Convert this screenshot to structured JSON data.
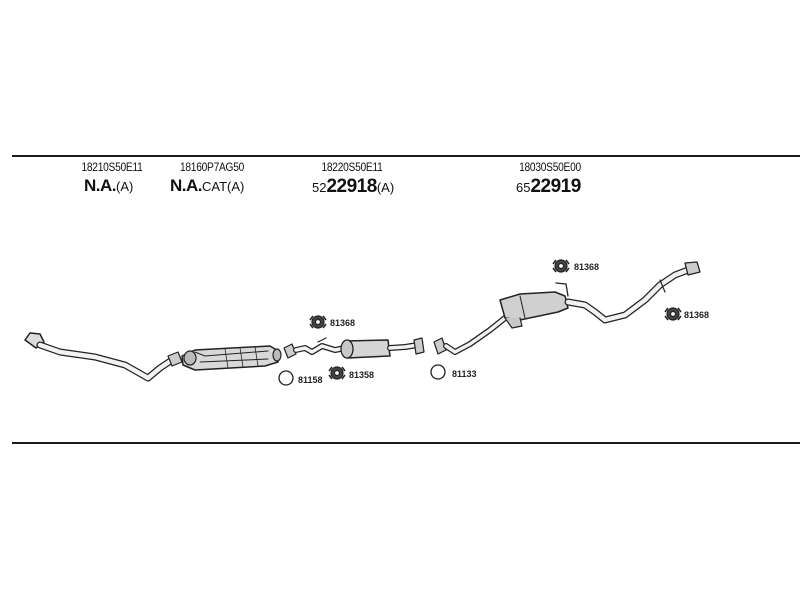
{
  "parts": [
    {
      "part_number": "18210S50E11",
      "code_bold": "N.A.",
      "code_suffix": "(A)"
    },
    {
      "part_number": "18160P7AG50",
      "code_bold": "N.A.",
      "code_suffix": "CAT(A)"
    },
    {
      "part_number": "18220S50E11",
      "code_prefix": "52",
      "code_bold": "22918",
      "code_suffix": "(A)"
    },
    {
      "part_number": "18030S50E00",
      "code_prefix": "65",
      "code_bold": "22919",
      "code_suffix": ""
    }
  ],
  "callouts": {
    "hanger_top_mid": "81368",
    "hanger_right_top": "81368",
    "hanger_right": "81368",
    "ring_left": "81158",
    "hanger_lower_mid": "81358",
    "ring_mid": "81133"
  }
}
